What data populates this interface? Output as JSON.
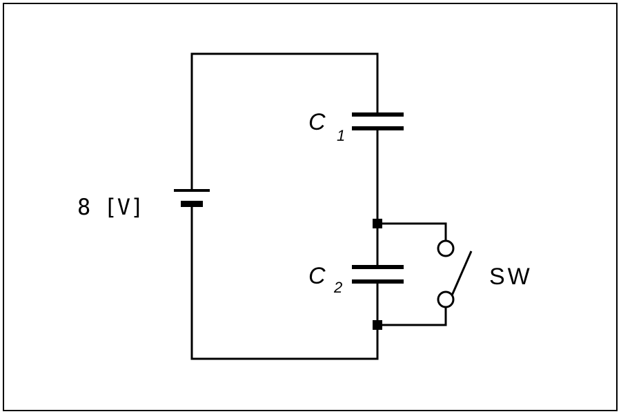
{
  "diagram": {
    "battery_label": "8 [V]",
    "capacitor_1": {
      "letter": "C",
      "subscript": "1"
    },
    "capacitor_2": {
      "letter": "C",
      "subscript": "2"
    },
    "switch_label": "SW"
  }
}
